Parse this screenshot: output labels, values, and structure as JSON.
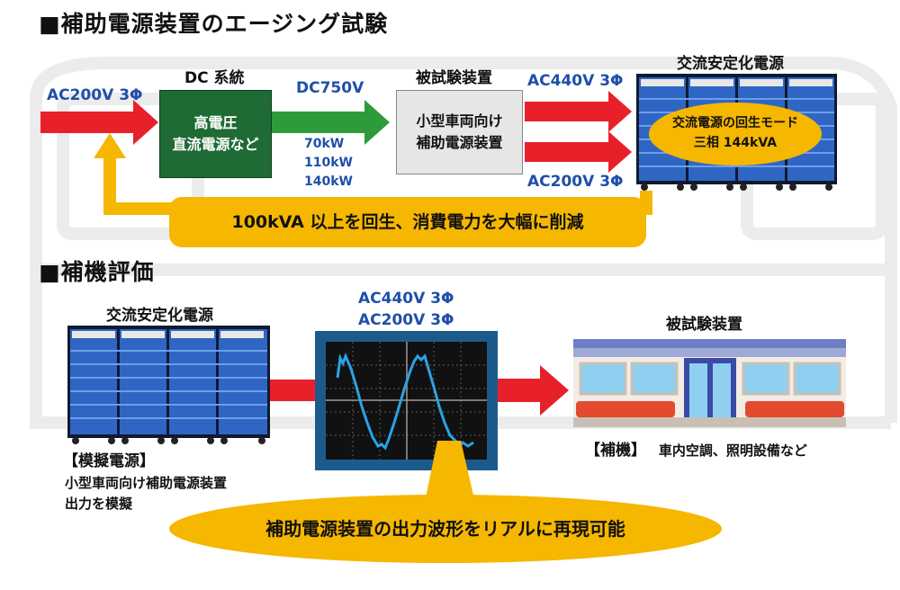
{
  "section1": {
    "title": "■補助電源装置のエージング試験",
    "input_label": "AC200V 3Φ",
    "dc_system_label": "DC 系統",
    "dc_box_line1": "高電圧",
    "dc_box_line2": "直流電源など",
    "dc_voltage_label": "DC750V",
    "power_ratings": [
      "70kW",
      "110kW",
      "140kW"
    ],
    "dut_label": "被試験装置",
    "dut_box_line1": "小型車両向け",
    "dut_box_line2": "補助電源装置",
    "out_high_label": "AC440V 3Φ",
    "out_low_label": "AC200V 3Φ",
    "ac_source_label": "交流安定化電源",
    "regen_line1": "交流電源の回生モード",
    "regen_line2": "三相 144kVA",
    "regen_banner": "100kVA 以上を回生、消費電力を大幅に削減"
  },
  "section2": {
    "title": "■補機評価",
    "ac_source_label": "交流安定化電源",
    "voltage_line1": "AC440V 3Φ",
    "voltage_line2": "AC200V 3Φ",
    "dut_label": "被試験装置",
    "sim_label": "【模擬電源】",
    "sim_desc_line1": "小型車両向け補助電源装置",
    "sim_desc_line2": "出力を模擬",
    "aux_bracket": "【補機】",
    "aux_desc": "車内空調、照明設備など",
    "waveform_banner": "補助電源装置の出力波形をリアルに再現可能"
  },
  "colors": {
    "red_arrow": "#e8202a",
    "green_arrow": "#2e9b3a",
    "dark_green_box": "#1e6b35",
    "yellow": "#f5b700",
    "text_blue": "#1f4fa8",
    "scope_frame": "#1d5a8c",
    "trace": "#2aa3e6"
  }
}
